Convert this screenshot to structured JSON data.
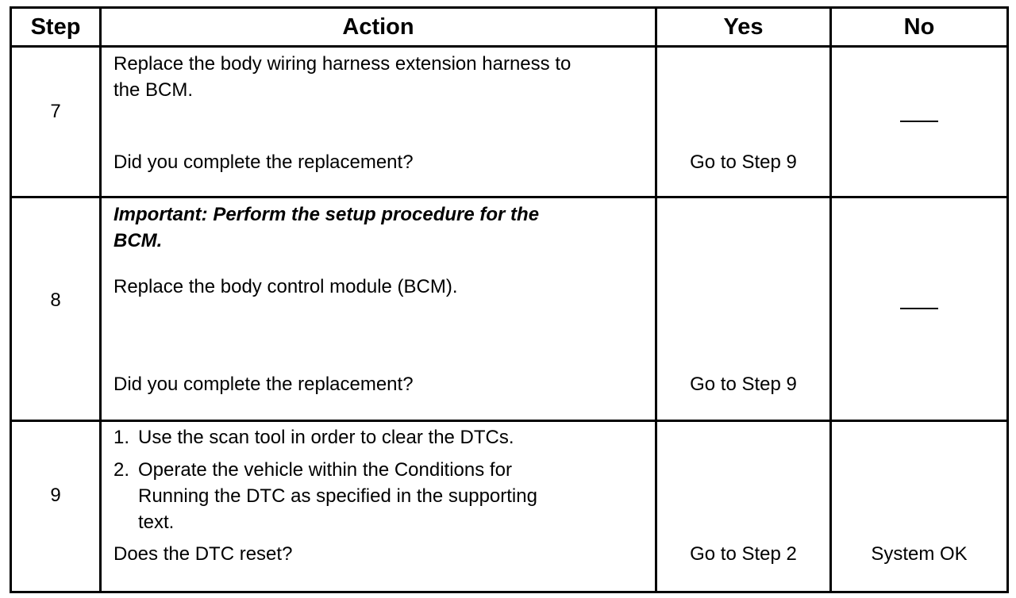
{
  "headers": {
    "step": "Step",
    "action": "Action",
    "yes": "Yes",
    "no": "No"
  },
  "rows": [
    {
      "step": "7",
      "action": {
        "line1": "Replace the body wiring harness extension harness to",
        "line2": "the BCM.",
        "question": "Did you complete the replacement?"
      },
      "yes": "Go to Step 9",
      "no": "—"
    },
    {
      "step": "8",
      "action": {
        "important1": "Important: Perform the setup procedure for the",
        "important2": "BCM.",
        "instruction": "Replace the body control module (BCM).",
        "question": "Did you complete the replacement?"
      },
      "yes": "Go to Step 9",
      "no": "—"
    },
    {
      "step": "9",
      "action": {
        "item1_num": "1.",
        "item1": "Use the scan tool in order to clear the DTCs.",
        "item2_num": "2.",
        "item2_line1": "Operate the vehicle within the Conditions for",
        "item2_line2": "Running the DTC as specified in the supporting",
        "item2_line3": "text.",
        "question": "Does the DTC reset?"
      },
      "yes": "Go to Step 2",
      "no": "System OK"
    }
  ]
}
